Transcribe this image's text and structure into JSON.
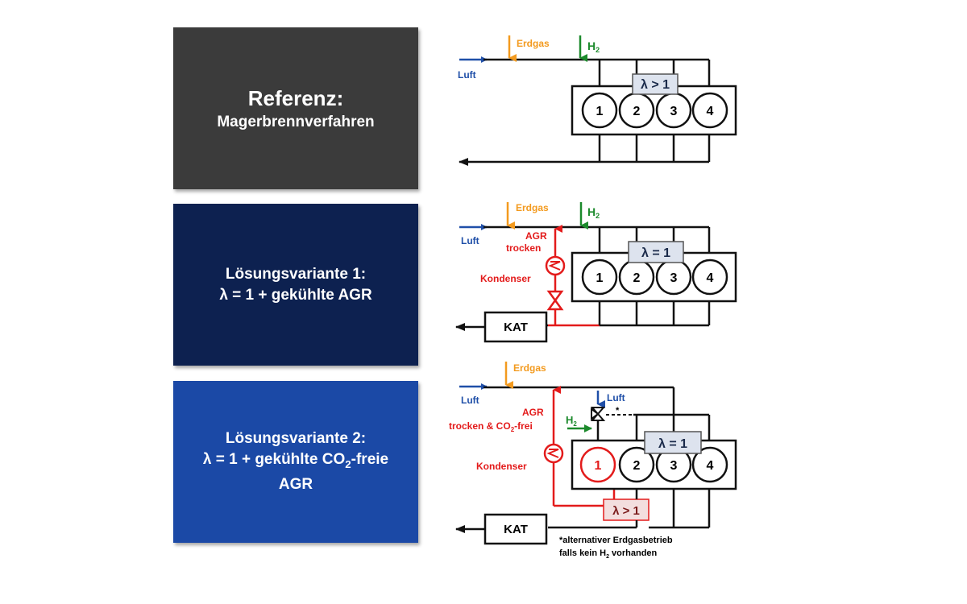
{
  "panels": {
    "reference": {
      "title": "Referenz:",
      "subtitle": "Magerbrennverfahren"
    },
    "variant1": {
      "line1": "Lösungsvariante 1:",
      "line2": "λ = 1 + gekühlte AGR"
    },
    "variant2": {
      "line1": "Lösungsvariante 2:",
      "line2_pre": "λ = 1 + gekühlte CO",
      "line2_sub": "2",
      "line2_post": "-freie",
      "line3": "AGR"
    }
  },
  "diagram1": {
    "luft": "Luft",
    "erdgas": "Erdgas",
    "h2": "H",
    "h2_sub": "2",
    "lambda": "λ > 1",
    "cylinders": [
      "1",
      "2",
      "3",
      "4"
    ]
  },
  "diagram2": {
    "luft": "Luft",
    "erdgas": "Erdgas",
    "h2": "H",
    "h2_sub": "2",
    "agr1": "AGR",
    "agr2": "trocken",
    "kondenser": "Kondenser",
    "kat": "KAT",
    "lambda": "λ = 1",
    "cylinders": [
      "1",
      "2",
      "3",
      "4"
    ]
  },
  "diagram3": {
    "luft": "Luft",
    "luft2": "Luft",
    "erdgas": "Erdgas",
    "h2": "H",
    "h2_sub": "2",
    "star": "*",
    "agr1": "AGR",
    "agr2_pre": "trocken & CO",
    "agr2_sub": "2",
    "agr2_post": "-frei",
    "kondenser": "Kondenser",
    "kat": "KAT",
    "lambda": "λ = 1",
    "lambda_cyl1": "λ > 1",
    "cylinders": [
      "1",
      "2",
      "3",
      "4"
    ],
    "note1": "*alternativer  Erdgasbetrieb",
    "note2_pre": "falls kein H",
    "note2_sub": "2",
    "note2_post": " vorhanden"
  },
  "colors": {
    "luft": "#1f4fa8",
    "erdgas": "#f39a1e",
    "h2": "#1c8a2c",
    "agr": "#e31b1b",
    "line": "#111111"
  }
}
